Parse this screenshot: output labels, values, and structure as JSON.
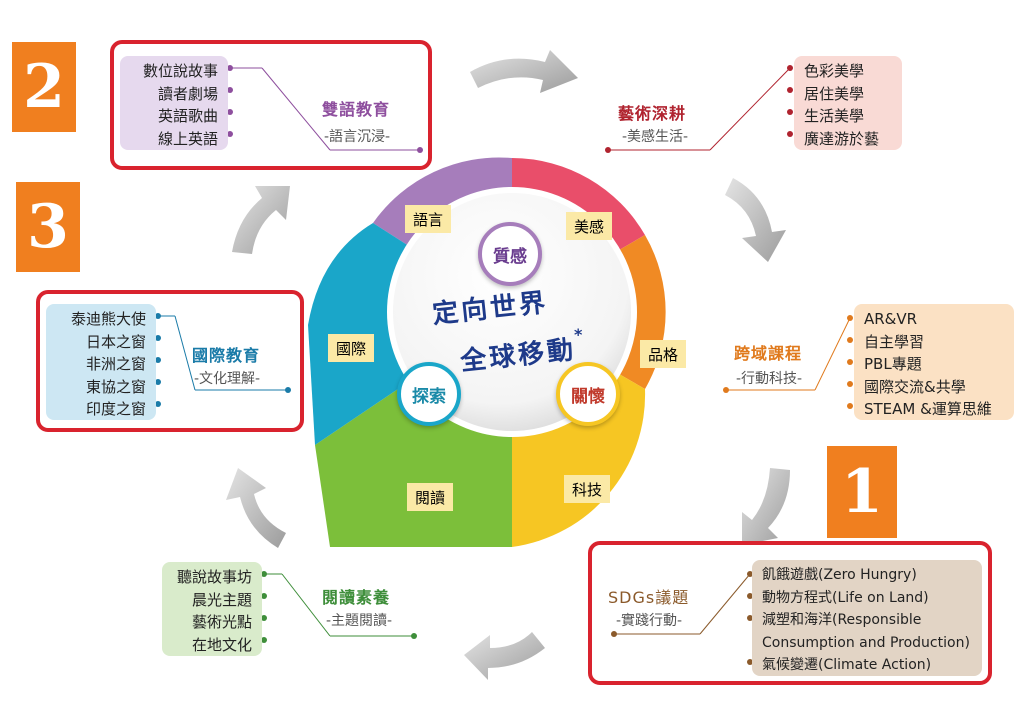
{
  "numbers": {
    "n1": "1",
    "n2": "2",
    "n3": "3"
  },
  "center": {
    "line1": "定向世界",
    "line2": "全球移動",
    "star": "*"
  },
  "badges": {
    "quality": "質感",
    "explore": "探索",
    "care": "關懷"
  },
  "segments": {
    "language": "語言",
    "aesthetics": "美感",
    "character": "品格",
    "technology": "科技",
    "reading": "閱讀",
    "international": "國際"
  },
  "bilingual": {
    "title": "雙語教育",
    "subtitle": "-語言沉浸-",
    "items": [
      "數位說故事",
      "讀者劇場",
      "英語歌曲",
      "線上英語"
    ]
  },
  "arts": {
    "title": "藝術深耕",
    "subtitle": "-美感生活-",
    "items": [
      "色彩美學",
      "居住美學",
      "生活美學",
      "廣達游於藝"
    ]
  },
  "crossdomain": {
    "title": "跨域課程",
    "subtitle": "-行動科技-",
    "items": [
      "AR&VR",
      "自主學習",
      "PBL專題",
      "國際交流&共學",
      "STEAM &運算思維"
    ]
  },
  "international": {
    "title": "國際教育",
    "subtitle": "-文化理解-",
    "items": [
      "泰迪熊大使",
      "日本之窗",
      "非洲之窗",
      "東協之窗",
      "印度之窗"
    ]
  },
  "reading": {
    "title": "閱讀素養",
    "subtitle": "-主題閱讀-",
    "items": [
      "聽說故事坊",
      "晨光主題",
      "藝術光點",
      "在地文化"
    ]
  },
  "sdgs": {
    "title": "SDGs議題",
    "subtitle": "-實踐行動-",
    "items": [
      "飢餓遊戲(Zero Hungry)",
      "動物方程式(Life on Land)",
      "減塑和海洋(Responsible",
      "Consumption and Production)",
      "氣候變遷(Climate Action)"
    ]
  },
  "colors": {
    "purple": "#a67dbb",
    "pink": "#e94e6a",
    "orange": "#f08a24",
    "yellow": "#f6c623",
    "green": "#7cbf3a",
    "blue": "#1aa6c9",
    "frame": "#d9232e",
    "tag": "#f07f1f"
  }
}
